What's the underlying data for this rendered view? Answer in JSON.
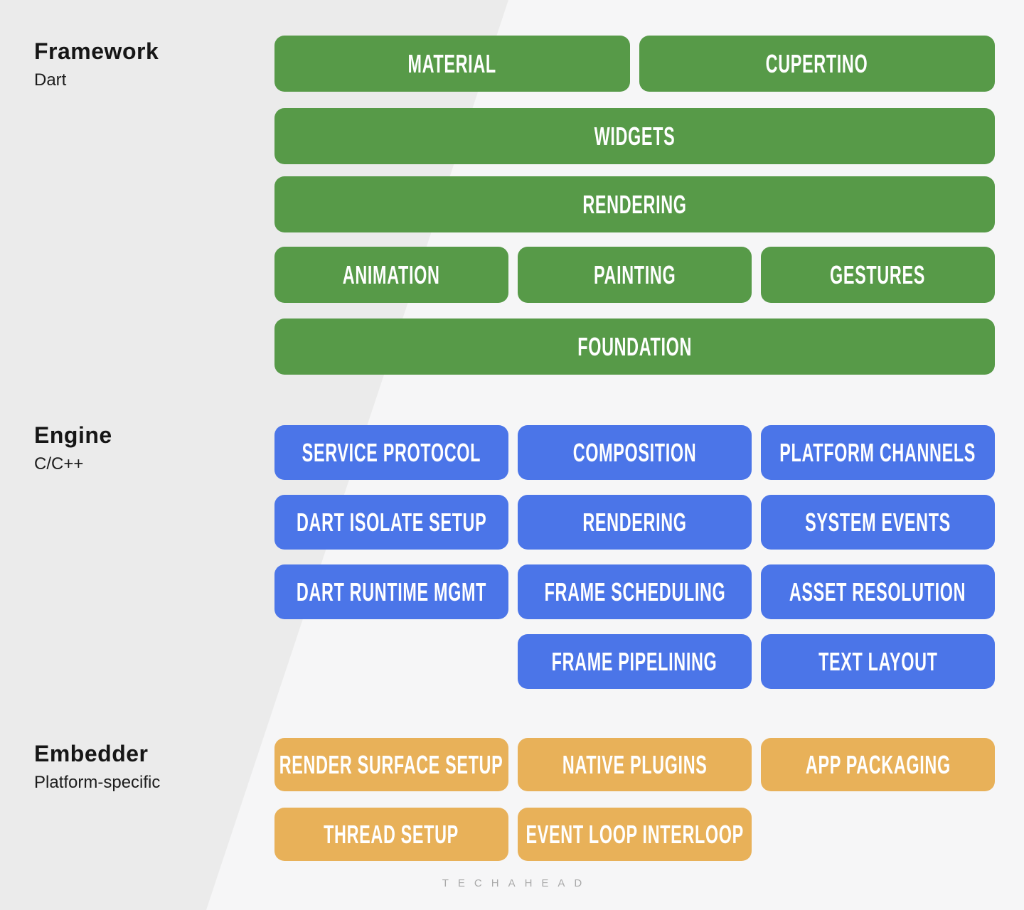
{
  "page": {
    "footer": "TECHAHEAD",
    "background_left_color": "#EBEBEB",
    "background_right_color": "#F6F6F7"
  },
  "sections": [
    {
      "id": "framework",
      "label": "Framework",
      "sublabel": "Dart",
      "color": "#579A48",
      "rows": [
        [
          "MATERIAL",
          "CUPERTINO"
        ],
        [
          "WIDGETS"
        ],
        [
          "RENDERING"
        ],
        [
          "ANIMATION",
          "PAINTING",
          "GESTURES"
        ],
        [
          "FOUNDATION"
        ]
      ]
    },
    {
      "id": "engine",
      "label": "Engine",
      "sublabel": "C/C++",
      "color": "#4B75E8",
      "rows": [
        [
          "SERVICE PROTOCOL",
          "COMPOSITION",
          "PLATFORM CHANNELS"
        ],
        [
          "DART ISOLATE SETUP",
          "RENDERING",
          "SYSTEM EVENTS"
        ],
        [
          "DART RUNTIME MGMT",
          "FRAME SCHEDULING",
          "ASSET RESOLUTION"
        ],
        [
          null,
          "FRAME PIPELINING",
          "TEXT LAYOUT"
        ]
      ]
    },
    {
      "id": "embedder",
      "label": "Embedder",
      "sublabel": "Platform-specific",
      "color": "#E8B159",
      "rows": [
        [
          "RENDER SURFACE SETUP",
          "NATIVE PLUGINS",
          "APP PACKAGING"
        ],
        [
          "THREAD SETUP",
          "EVENT LOOP INTERLOOP",
          null
        ]
      ]
    }
  ]
}
